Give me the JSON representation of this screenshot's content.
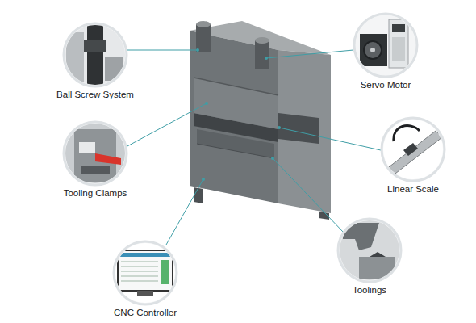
{
  "diagram": {
    "nodes": [
      {
        "text": [
          "Ball Screw System"
        ]
      },
      {
        "text": [
          "Servo Motor"
        ]
      },
      {
        "text": [
          "Tooling Clamps"
        ]
      },
      {
        "text": [
          "Linear Scale"
        ]
      },
      {
        "text": [
          "Toolings"
        ]
      },
      {
        "text": [
          "CNC Controller"
        ]
      }
    ]
  }
}
